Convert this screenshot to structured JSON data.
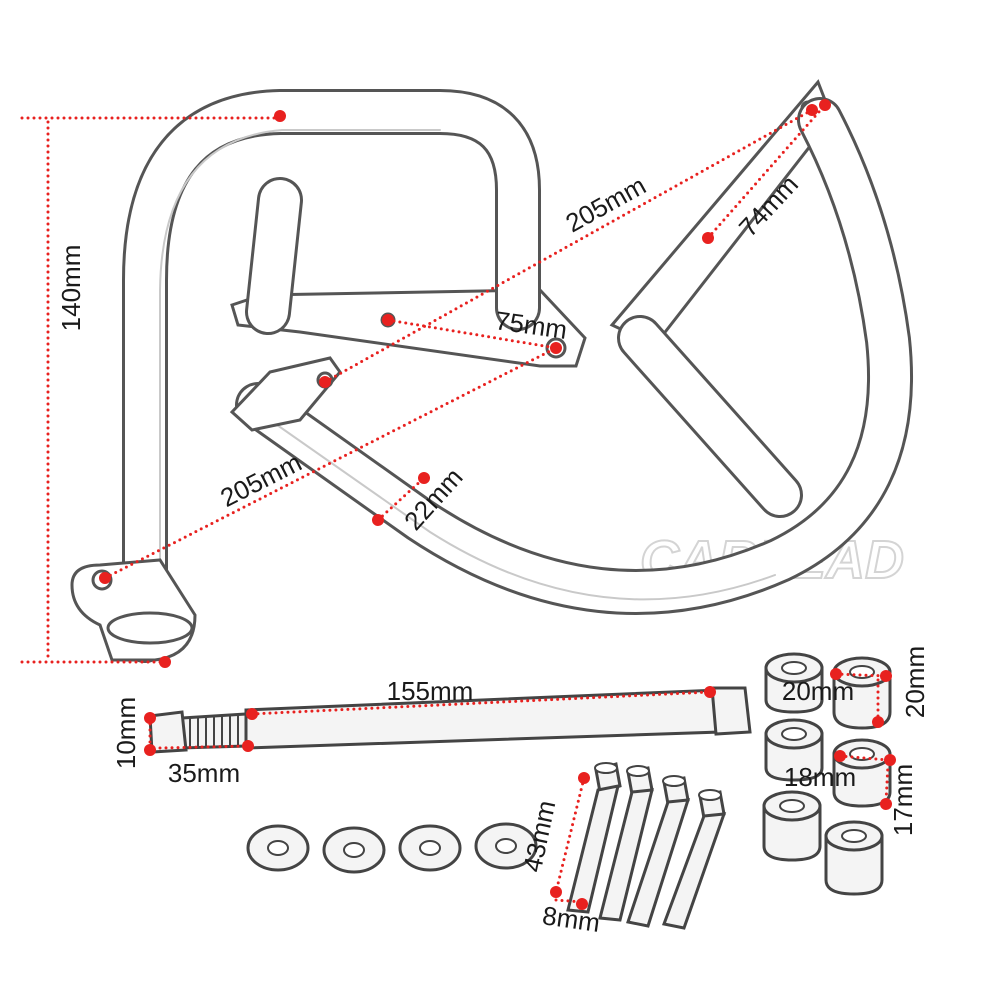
{
  "watermark": "CARZEAD",
  "parts": {
    "frame": "crash-bar-frame",
    "long_bolt": "long-bolt",
    "washers": "washer",
    "bolts": "hex-socket-bolt",
    "spacers": "spacer"
  },
  "dimensions": {
    "height": "140mm",
    "diagonal_top": "205mm",
    "diagonal_bottom": "205mm",
    "side_plate": "74mm",
    "bracket": "75mm",
    "tube": "22mm",
    "bolt_length": "155mm",
    "bolt_diameter": "10mm",
    "thread_length": "35mm",
    "screw_length": "43mm",
    "screw_diameter": "8mm",
    "spacer_1": "20mm",
    "spacer_2": "20mm",
    "spacer_3": "18mm",
    "spacer_4": "17mm"
  },
  "colors": {
    "dimension": "#e8211f",
    "outline": "#555555",
    "text": "#1a1a1a"
  }
}
